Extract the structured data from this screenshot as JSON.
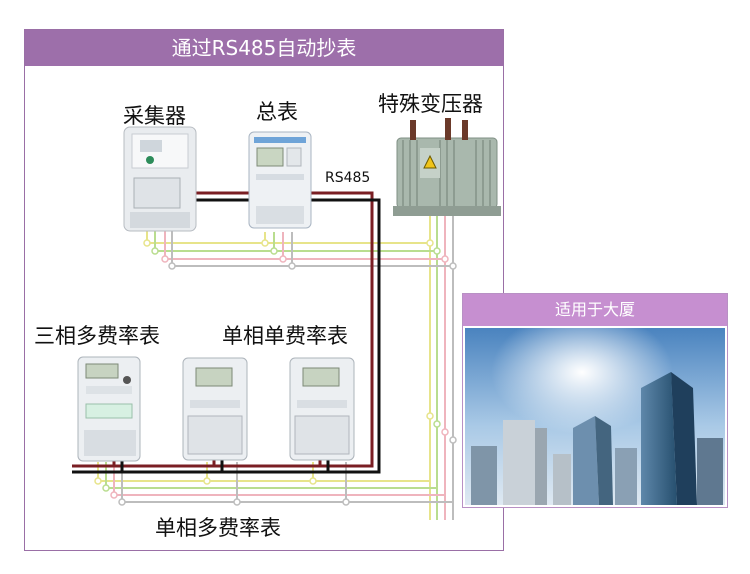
{
  "panel": {
    "title": "通过RS485自动抄表"
  },
  "labels": {
    "collector": "采集器",
    "main_meter": "总表",
    "transformer": "特殊变压器",
    "rs485": "RS485",
    "three_phase": "三相多费率表",
    "single_single": "单相单费率表",
    "single_multi": "单相多费率表"
  },
  "photo": {
    "title": "适用于大厦"
  },
  "colors": {
    "panel_header": "#9d6faa",
    "photo_header": "#c68fd0",
    "wire_red": "#7a1e23",
    "wire_black": "#111111",
    "bus_yellow": "#e7e48a",
    "bus_green": "#b9dd8f",
    "bus_pink": "#efb4bd",
    "bus_grey": "#bdbdbd"
  },
  "icons": [
    "electric-hazard-icon"
  ]
}
